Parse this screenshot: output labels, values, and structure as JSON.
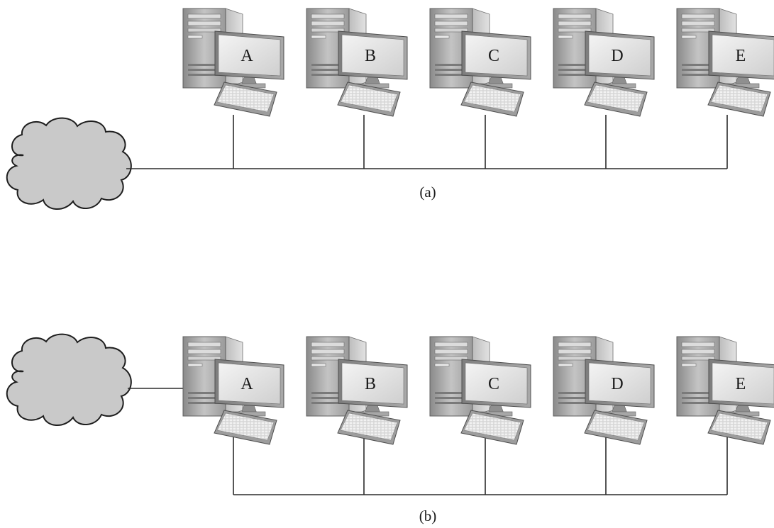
{
  "panels": [
    {
      "id": "a",
      "caption": "(a)",
      "topology": "cloud connected to shared bus; all computers tap the bus",
      "computers": [
        "A",
        "B",
        "C",
        "D",
        "E"
      ]
    },
    {
      "id": "b",
      "caption": "(b)",
      "topology": "cloud connected directly to computer A; all computers share a separate bus",
      "computers": [
        "A",
        "B",
        "C",
        "D",
        "E"
      ]
    }
  ],
  "colors": {
    "cloud_fill": "#c9c9c9",
    "line": "#2b2b2b",
    "computer_gray": "#b5b5b5"
  },
  "icons": {
    "cloud": "cloud-icon",
    "computer": "desktop-computer-icon"
  }
}
